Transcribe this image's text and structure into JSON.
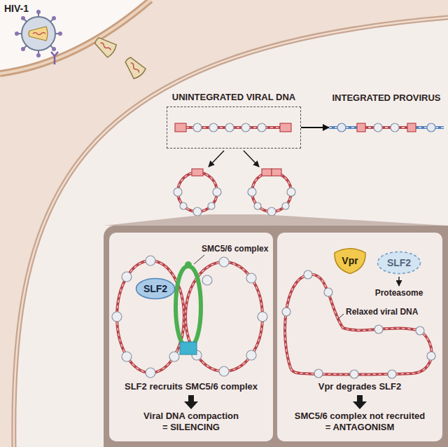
{
  "diagram": {
    "nodes": [
      {
        "text": [
          "UNINTEGRATED VIRAL DNA"
        ]
      },
      {
        "text": [
          "INTEGRATED PROVIRUS"
        ]
      },
      {
        "text": [
          "SLF2"
        ]
      },
      {
        "text": [
          "Vpr"
        ]
      },
      {
        "text": [
          "SLF2"
        ]
      }
    ],
    "edges": [
      {
        "from": 0,
        "to": 1,
        "arrow": "to"
      }
    ],
    "labels": [
      "HIV-1",
      "SMC5/6 complex",
      "SLF2 recruits SMC5/6 complex",
      "Viral DNA compaction = SILENCING",
      "Proteasome",
      "Relaxed viral DNA",
      "Vpr degrades SLF2",
      "SMC5/6 complex not recruited = ANTAGONISM"
    ]
  }
}
